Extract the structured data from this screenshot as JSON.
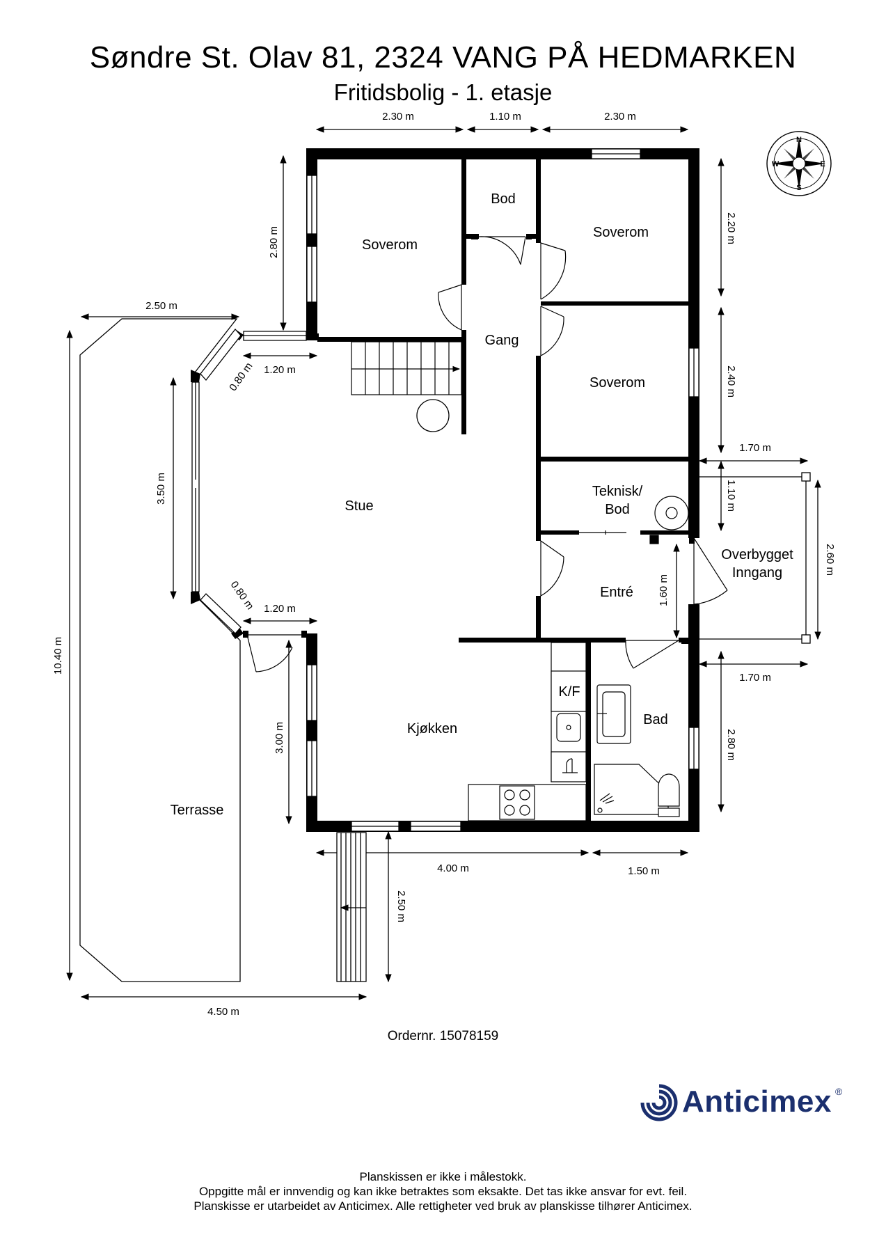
{
  "header": {
    "title": "Søndre St. Olav 81, 2324 VANG PÅ HEDMARKEN",
    "subtitle": "Fritidsbolig  - 1. etasje"
  },
  "rooms": {
    "soverom_1": "Soverom",
    "bod": "Bod",
    "soverom_2": "Soverom",
    "gang": "Gang",
    "soverom_3": "Soverom",
    "stue": "Stue",
    "teknisk_line1": "Teknisk/",
    "teknisk_line2": "Bod",
    "overbygget_line1": "Overbygget",
    "overbygget_line2": "Inngang",
    "entre": "Entré",
    "kf": "K/F",
    "bad": "Bad",
    "kjokken": "Kjøkken",
    "terrasse": "Terrasse"
  },
  "dimensions": {
    "top_left": "2.30 m",
    "top_mid": "1.10 m",
    "top_right": "2.30 m",
    "right_upper": "2.20 m",
    "right_mid": "2.40 m",
    "right_entry_top": "1.70 m",
    "right_teknisk": "1.10 m",
    "right_porch": "2.60 m",
    "entre_height": "1.60 m",
    "right_entry_bottom": "1.70 m",
    "right_lower": "2.80 m",
    "left_upper": "2.80 m",
    "terrace_top": "2.50 m",
    "bay_diag_top": "0.80 m",
    "bay_top": "1.20 m",
    "bay_side": "3.50 m",
    "bay_diag_bottom": "0.80 m",
    "bay_bottom": "1.20 m",
    "left_lower": "3.00 m",
    "terrace_height": "10.40 m",
    "bottom_main": "4.00 m",
    "bottom_right": "1.50 m",
    "stairs_length": "2.50 m",
    "terrace_bottom": "4.50 m"
  },
  "compass": {
    "n": "N",
    "e": "E",
    "s": "S",
    "w": "W"
  },
  "order_number": "Ordernr. 15078159",
  "logo": {
    "name": "Anticimex",
    "mark": "®",
    "color": "#1b2f6e"
  },
  "footer": {
    "line1": "Planskissen er ikke i målestokk.",
    "line2": "Oppgitte mål er innvendig og kan ikke betraktes som eksakte. Det tas ikke ansvar for evt. feil.",
    "line3": "Planskisse er utarbeidet av Anticimex. Alle rettigheter ved bruk av planskisse tilhører Anticimex."
  }
}
